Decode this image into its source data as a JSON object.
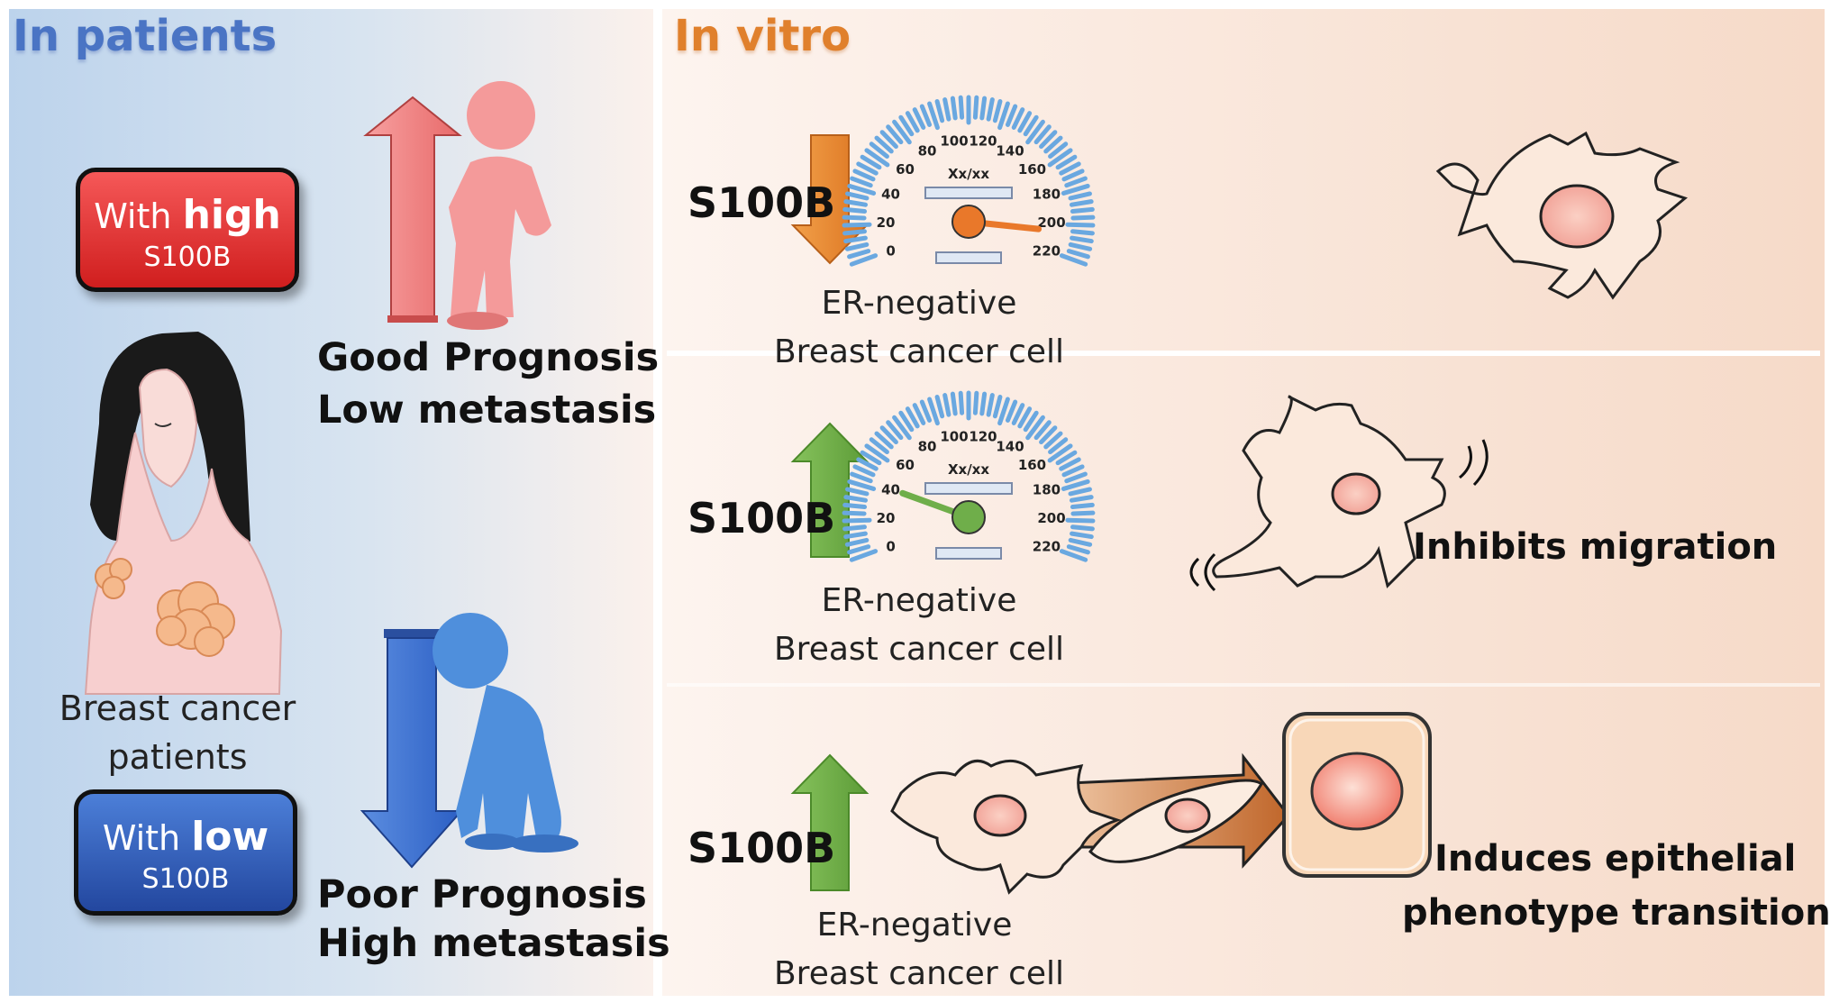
{
  "left_section": {
    "title": "In patients",
    "high_badge": {
      "prefix": "With",
      "emphasis": "high",
      "marker": "S100B"
    },
    "low_badge": {
      "prefix": "With",
      "emphasis": "low",
      "marker": "S100B"
    },
    "patient_label_line1": "Breast cancer",
    "patient_label_line2": "patients",
    "good_outcome_line1": "Good Prognosis",
    "good_outcome_line2": "Low metastasis",
    "poor_outcome_line1": "Poor Prognosis",
    "poor_outcome_line2": "High metastasis"
  },
  "right_section": {
    "title": "In vitro",
    "rows": [
      {
        "marker": "S100B",
        "direction": "down",
        "cell_line1": "ER-negative",
        "cell_line2": "Breast cancer cell",
        "effect_line1": "",
        "effect_line2": ""
      },
      {
        "marker": "S100B",
        "direction": "up",
        "cell_line1": "ER-negative",
        "cell_line2": "Breast cancer cell",
        "effect_line1": "Inhibits migration",
        "effect_line2": ""
      },
      {
        "marker": "S100B",
        "direction": "up",
        "cell_line1": "ER-negative",
        "cell_line2": "Breast cancer cell",
        "effect_line1": "Induces epithelial",
        "effect_line2": "phenotype transition"
      }
    ],
    "gauge": {
      "tick_labels": [
        "0",
        "20",
        "40",
        "60",
        "80",
        "100",
        "120",
        "140",
        "160",
        "180",
        "200",
        "220"
      ],
      "display_text": "Xx/xx"
    }
  },
  "colors": {
    "arrow_up": "#6fae4a",
    "arrow_down_orange": "#e8872a",
    "arrow_up_pink": "#f08080",
    "arrow_down_blue": "#3a6fd0",
    "high_badge": "#e53030",
    "low_badge": "#2f56b8",
    "cell_fill": "#fbe9dc"
  }
}
